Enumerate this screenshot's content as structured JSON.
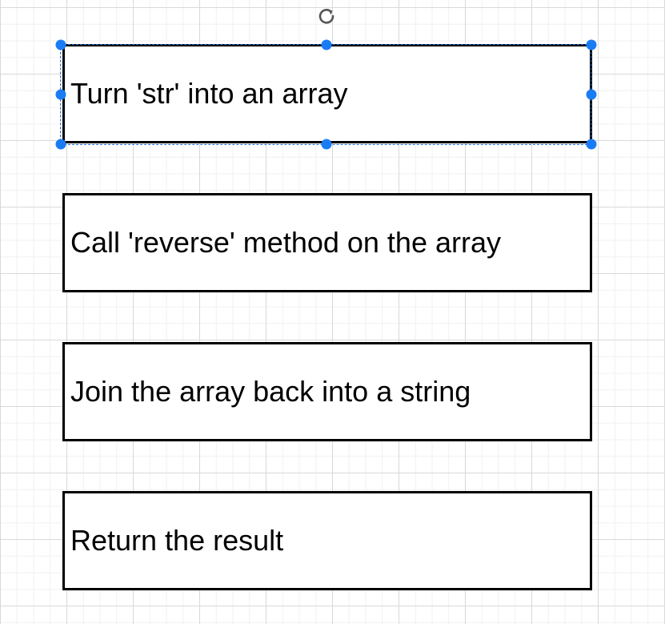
{
  "diagram": {
    "boxes": [
      {
        "label": "Turn 'str' into an array"
      },
      {
        "label": "Call 'reverse' method on the array"
      },
      {
        "label": "Join the array back into a string"
      },
      {
        "label": "Return the result"
      }
    ]
  },
  "selection": {
    "selected_box": "Turn 'str' into an array",
    "handle_color": "#1a7cf5"
  },
  "icons": {
    "rotate": "rotate-icon"
  }
}
